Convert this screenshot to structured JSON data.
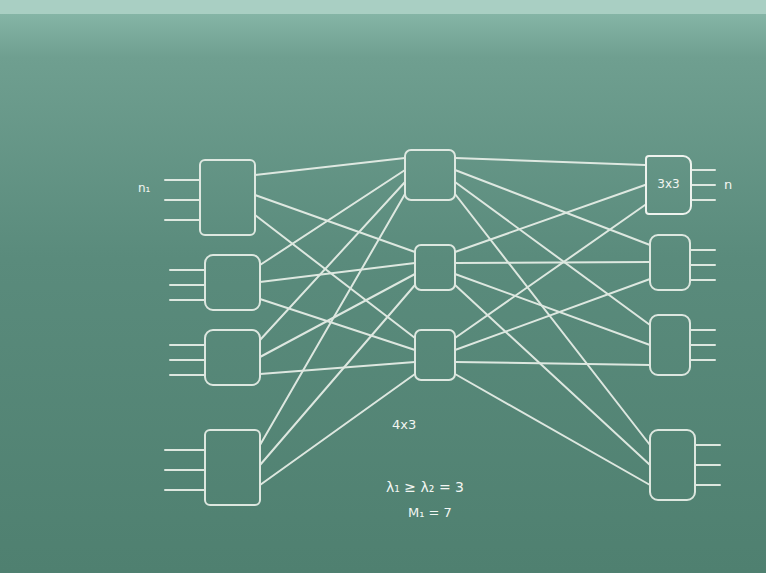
{
  "diagram": {
    "nodes": [
      {
        "text": [
          "3x3"
        ]
      }
    ],
    "labels": [
      "n₁",
      "n",
      "4x3",
      "λ₁ ≥ λ₂ = 3",
      "M₁ = 7"
    ]
  }
}
